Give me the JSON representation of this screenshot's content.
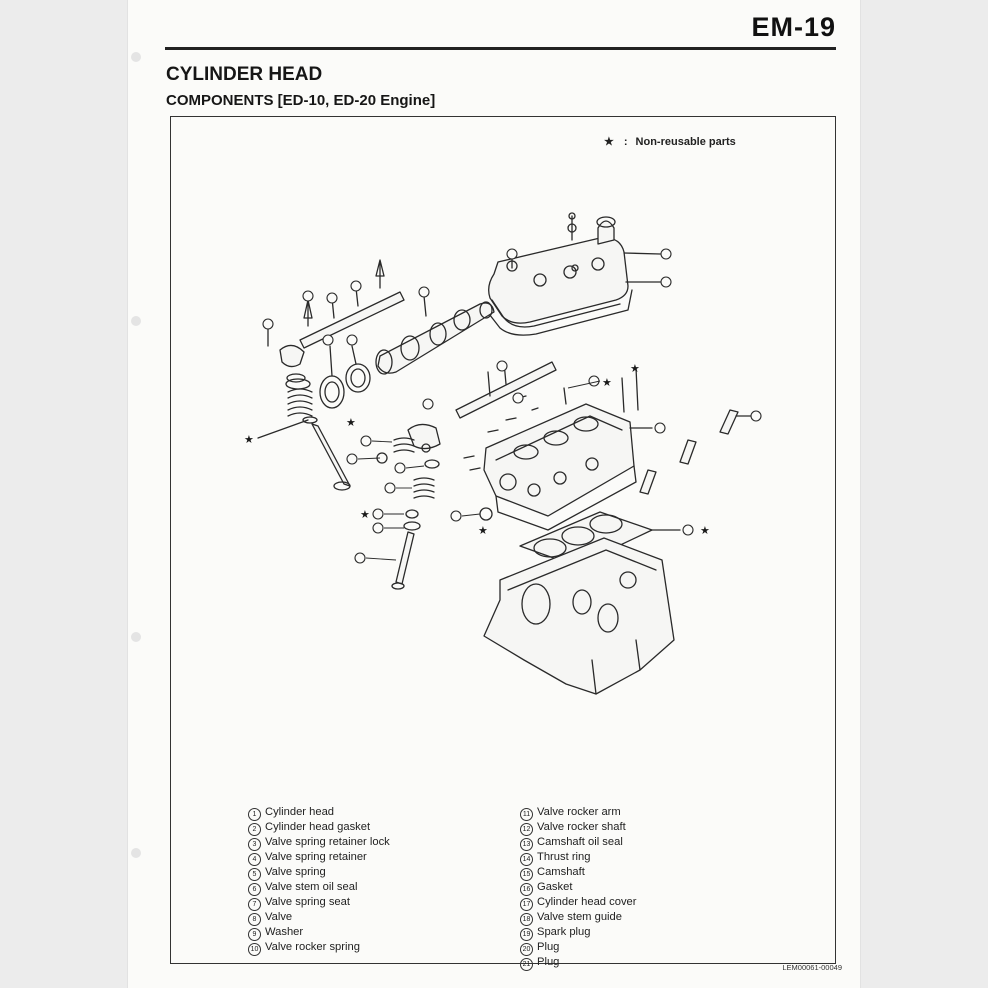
{
  "page": {
    "number": "EM-19",
    "title": "CYLINDER HEAD",
    "subtitle": "COMPONENTS [ED-10, ED-20 Engine]"
  },
  "legend": {
    "star": "★",
    "colon": ":",
    "text": "Non-reusable parts"
  },
  "parts_left": [
    {
      "num": "1",
      "label": "Cylinder head"
    },
    {
      "num": "2",
      "label": "Cylinder head gasket"
    },
    {
      "num": "3",
      "label": "Valve spring retainer lock"
    },
    {
      "num": "4",
      "label": "Valve spring retainer"
    },
    {
      "num": "5",
      "label": "Valve spring"
    },
    {
      "num": "6",
      "label": "Valve stem oil seal"
    },
    {
      "num": "7",
      "label": "Valve spring seat"
    },
    {
      "num": "8",
      "label": "Valve"
    },
    {
      "num": "9",
      "label": "Washer"
    },
    {
      "num": "10",
      "label": "Valve rocker spring"
    }
  ],
  "parts_right": [
    {
      "num": "11",
      "label": "Valve rocker arm"
    },
    {
      "num": "12",
      "label": "Valve rocker shaft"
    },
    {
      "num": "13",
      "label": "Camshaft oil seal"
    },
    {
      "num": "14",
      "label": "Thrust ring"
    },
    {
      "num": "15",
      "label": "Camshaft"
    },
    {
      "num": "16",
      "label": "Gasket"
    },
    {
      "num": "17",
      "label": "Cylinder head cover"
    },
    {
      "num": "18",
      "label": "Valve stem guide"
    },
    {
      "num": "19",
      "label": "Spark plug"
    },
    {
      "num": "20",
      "label": "Plug"
    },
    {
      "num": "21",
      "label": "Plug"
    }
  ],
  "drawing_code": "LEM00061-00049"
}
